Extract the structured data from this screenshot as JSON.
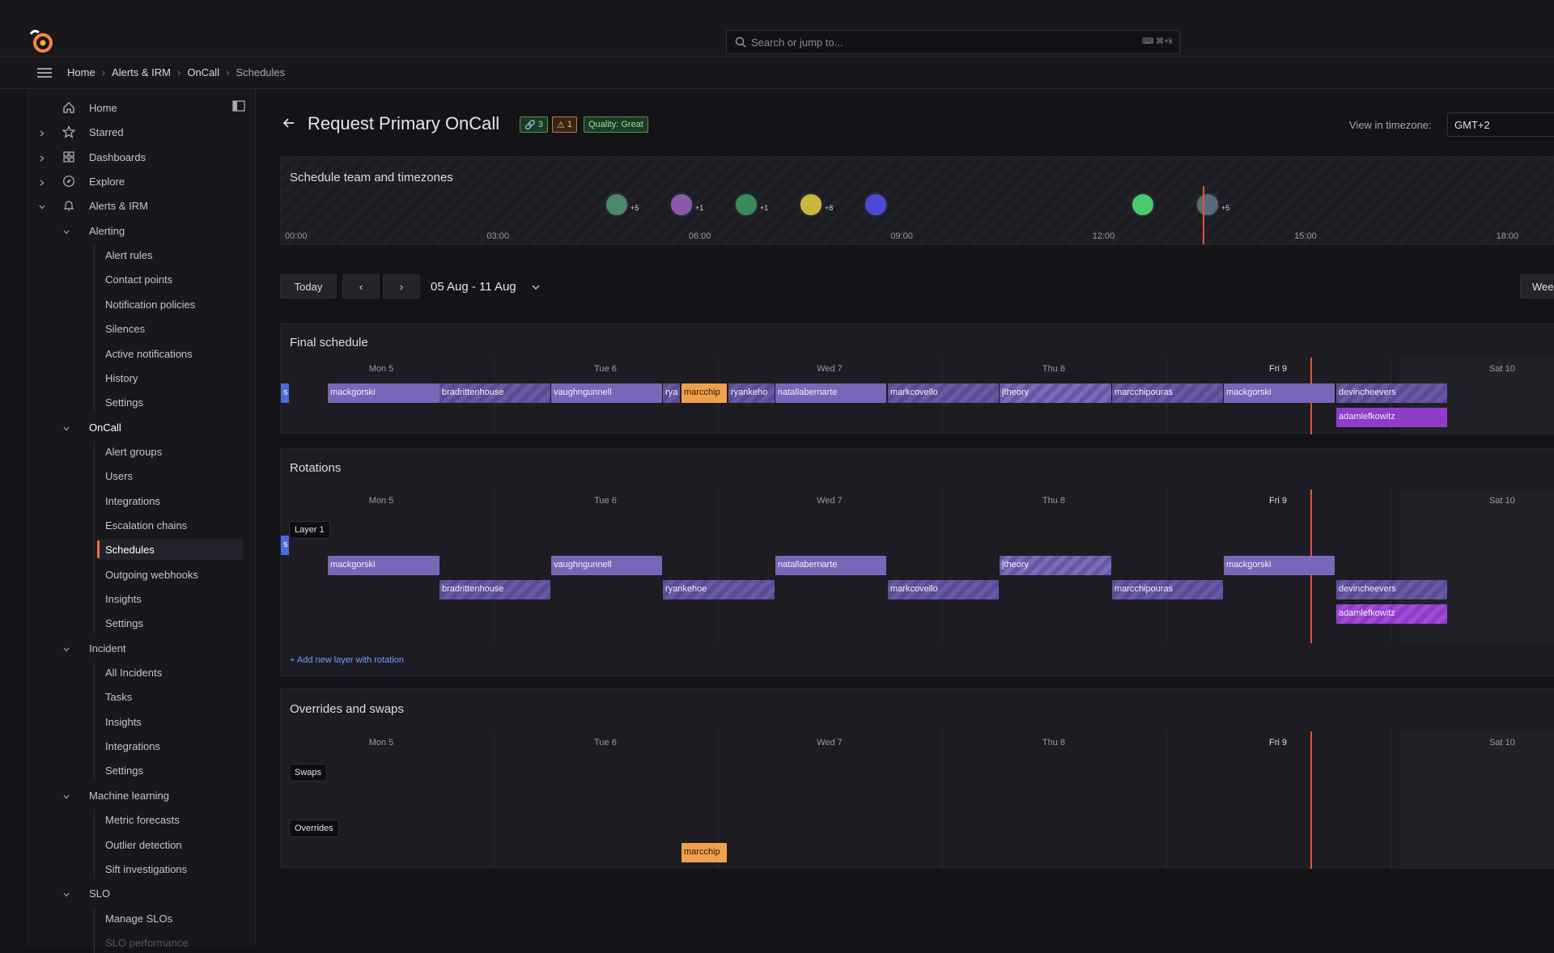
{
  "search": {
    "placeholder": "Search or jump to...",
    "shortcut": "⌘+k"
  },
  "breadcrumb": [
    "Home",
    "Alerts & IRM",
    "OnCall",
    "Schedules"
  ],
  "sidebar": {
    "items": [
      {
        "label": "Home",
        "level": 0,
        "icon": "home-icon"
      },
      {
        "label": "Starred",
        "level": 0,
        "icon": "star-icon",
        "expandable": true
      },
      {
        "label": "Dashboards",
        "level": 0,
        "icon": "dashboards-icon",
        "expandable": true
      },
      {
        "label": "Explore",
        "level": 0,
        "icon": "compass-icon",
        "expandable": true
      },
      {
        "label": "Alerts & IRM",
        "level": 0,
        "icon": "bell-icon",
        "expanded": true
      },
      {
        "label": "Alerting",
        "level": 1,
        "expanded": true
      },
      {
        "label": "Alert rules",
        "level": 2
      },
      {
        "label": "Contact points",
        "level": 2
      },
      {
        "label": "Notification policies",
        "level": 2
      },
      {
        "label": "Silences",
        "level": 2
      },
      {
        "label": "Active notifications",
        "level": 2
      },
      {
        "label": "History",
        "level": 2
      },
      {
        "label": "Settings",
        "level": 2
      },
      {
        "label": "OnCall",
        "level": 1,
        "expanded": true,
        "highlight": true
      },
      {
        "label": "Alert groups",
        "level": 2
      },
      {
        "label": "Users",
        "level": 2
      },
      {
        "label": "Integrations",
        "level": 2
      },
      {
        "label": "Escalation chains",
        "level": 2
      },
      {
        "label": "Schedules",
        "level": 2,
        "active": true
      },
      {
        "label": "Outgoing webhooks",
        "level": 2
      },
      {
        "label": "Insights",
        "level": 2
      },
      {
        "label": "Settings",
        "level": 2
      },
      {
        "label": "Incident",
        "level": 1,
        "expanded": true
      },
      {
        "label": "All Incidents",
        "level": 2
      },
      {
        "label": "Tasks",
        "level": 2
      },
      {
        "label": "Insights",
        "level": 2
      },
      {
        "label": "Integrations",
        "level": 2
      },
      {
        "label": "Settings",
        "level": 2
      },
      {
        "label": "Machine learning",
        "level": 1,
        "expanded": true
      },
      {
        "label": "Metric forecasts",
        "level": 2
      },
      {
        "label": "Outlier detection",
        "level": 2
      },
      {
        "label": "Sift investigations",
        "level": 2
      },
      {
        "label": "SLO",
        "level": 1,
        "expanded": true
      },
      {
        "label": "Manage SLOs",
        "level": 2
      },
      {
        "label": "SLO performance",
        "level": 2,
        "faded": true
      }
    ]
  },
  "header": {
    "title": "Request Primary OnCall",
    "badge_links": "3",
    "badge_warnings": "1",
    "badge_quality": "Quality: Great",
    "timezone_label": "View in timezone:",
    "timezone_value": "GMT+2"
  },
  "tz_panel": {
    "title": "Schedule team and timezones",
    "times": [
      "00:00",
      "03:00",
      "06:00",
      "09:00",
      "12:00",
      "15:00",
      "18:00"
    ],
    "avatars": [
      {
        "count": "+5",
        "color": "#4a8a6a"
      },
      {
        "count": "+1",
        "color": "#8a5aa8"
      },
      {
        "count": "+1",
        "color": "#3a8a5a"
      },
      {
        "count": "+8",
        "color": "#c8b83a"
      },
      {
        "count": "",
        "color": "#4a4ad8"
      },
      {
        "count": "",
        "color": "#4ac86a"
      },
      {
        "count": "+5",
        "color": "#5a6a7a"
      }
    ]
  },
  "nav": {
    "today": "Today",
    "prev": "‹",
    "next": "›",
    "range": "05 Aug - 11 Aug",
    "view": "Week"
  },
  "days": [
    "Mon 5",
    "Tue 6",
    "Wed 7",
    "Thu 8",
    "Fri 9",
    "Sat 10"
  ],
  "final_schedule": {
    "title": "Final schedule",
    "row1": [
      "s",
      "mackgorski",
      "bradrittenhouse",
      "vaughngunnell",
      "rya",
      "marcchip",
      "ryankeho",
      "natallabernarte",
      "markcovello",
      "jtheory",
      "marcchipouras",
      "mackgorski",
      "devincheevers"
    ],
    "row2": [
      "adamlefkowitz"
    ]
  },
  "rotations": {
    "title": "Rotations",
    "layer": "Layer 1",
    "row1": [
      "s",
      "mackgorski",
      "vaughngunnell",
      "natallabernarte",
      "jtheory",
      "mackgorski"
    ],
    "row2": [
      "bradrittenhouse",
      "ryankehoe",
      "markcovello",
      "marcchipouras",
      "devincheevers"
    ],
    "row3": [
      "adamlefkowitz"
    ],
    "add_layer": "+ Add new layer with rotation"
  },
  "overrides": {
    "title": "Overrides and swaps",
    "swaps": "Swaps",
    "overrides": "Overrides",
    "slot": "marcchip"
  }
}
